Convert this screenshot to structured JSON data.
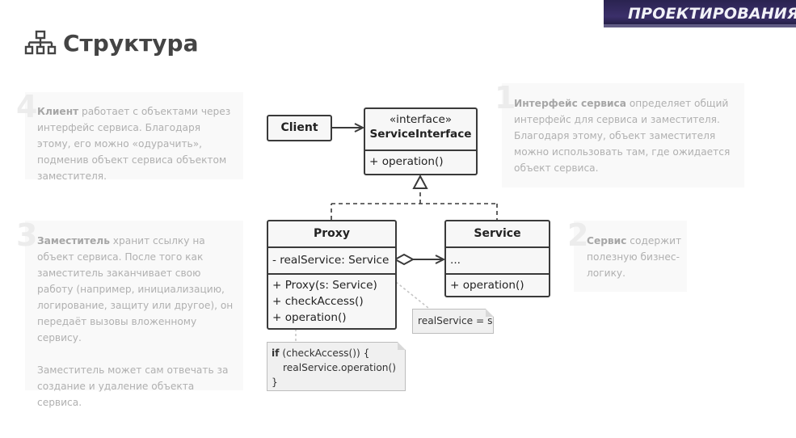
{
  "banner": {
    "text": "ПРОЕКТИРОВАНИЯ"
  },
  "heading": {
    "title": "Структура",
    "icon": "structure-tree-icon"
  },
  "notes": [
    {
      "id": "note-client",
      "number": "4",
      "bold": "Клиент",
      "text": " работает с объектами через интерфейс сервиса. Благодаря этому, его можно «одурачить», подменив объект сервиса объектом заместителя."
    },
    {
      "id": "note-interface",
      "number": "1",
      "bold": "Интерфейс сервиса",
      "text": " определяет общий интерфейс для сервиса и заместителя. Благодаря этому, объект заместителя можно использовать там, где ожидается объект сервиса."
    },
    {
      "id": "note-proxy",
      "number": "3",
      "bold": "Заместитель",
      "text": " хранит ссылку на объект сервиса. После того как заместитель заканчивает свою работу (например, инициализацию, логирование, защиту или другое), он передаёт вызовы вложенному сервису.",
      "text2": "Заместитель может сам отвечать за создание и удаление объекта сервиса."
    },
    {
      "id": "note-service",
      "number": "2",
      "bold": "Сервис",
      "text": " содержит полезную бизнес-логику."
    }
  ],
  "uml": {
    "client": {
      "name": "Client"
    },
    "service_interface": {
      "stereotype": "«interface»",
      "name": "ServiceInterface",
      "methods": [
        "+ operation()"
      ]
    },
    "proxy": {
      "name": "Proxy",
      "fields": [
        "- realService: Service"
      ],
      "methods": [
        "+ Proxy(s: Service)",
        "+ checkAccess()",
        "+ operation()"
      ]
    },
    "service": {
      "name": "Service",
      "fields": [
        "..."
      ],
      "methods": [
        "+ operation()"
      ]
    },
    "notes": {
      "assign": "realService = s",
      "code_keyword": "if",
      "code_line1": " (checkAccess()) {",
      "code_line2": "realService.operation()",
      "code_line3": "}"
    }
  },
  "colors": {
    "line": "#3a3a3a",
    "note_bg": "#f9f9f9",
    "note_text": "#b0b0b0",
    "box_bg": "#f7f7f7"
  }
}
